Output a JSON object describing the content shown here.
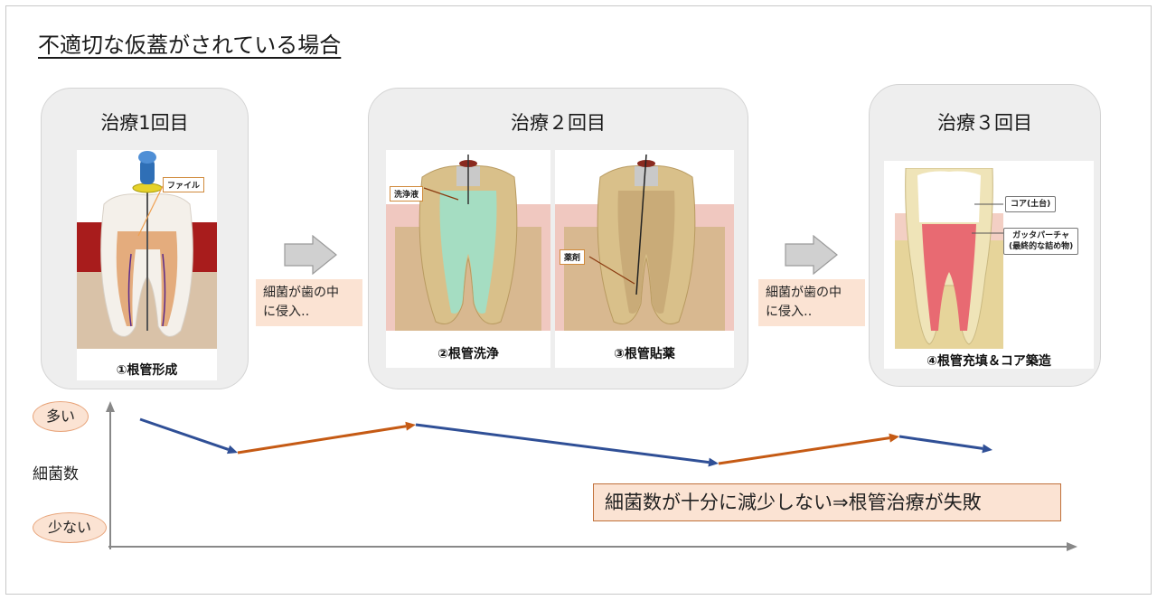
{
  "title": "不適切な仮蓋がされている場合",
  "stages": [
    {
      "title": "治療1回目",
      "cards": [
        {
          "caption": "①根管形成",
          "tags": [
            "ファイル"
          ]
        }
      ]
    },
    {
      "title": "治療２回目",
      "cards": [
        {
          "caption": "②根管洗浄",
          "tags": [
            "洗浄液"
          ]
        },
        {
          "caption": "③根管貼薬",
          "tags": [
            "薬剤"
          ]
        }
      ]
    },
    {
      "title": "治療３回目",
      "cards": [
        {
          "caption": "④根管充填＆コア築造",
          "tags": [
            "コア(土台)",
            "ガッタパーチャ",
            "(最終的な詰め物)"
          ]
        }
      ]
    }
  ],
  "transitions": [
    {
      "line1": "細菌が歯の中",
      "line2": "に侵入‥"
    },
    {
      "line1": "細菌が歯の中",
      "line2": "に侵入‥"
    }
  ],
  "graph": {
    "y_axis_title": "細菌数",
    "y_high_label": "多い",
    "y_low_label": "少ない",
    "conclusion": "細菌数が十分に減少しない⇒根管治療が失敗",
    "decrease_color": "#2f4f96",
    "increase_color": "#c55a14",
    "segments": [
      {
        "phase": "治療1回目",
        "trend": "decrease"
      },
      {
        "phase": "細菌侵入",
        "trend": "increase"
      },
      {
        "phase": "治療２回目",
        "trend": "decrease"
      },
      {
        "phase": "細菌侵入",
        "trend": "increase"
      },
      {
        "phase": "治療３回目",
        "trend": "decrease"
      }
    ]
  }
}
